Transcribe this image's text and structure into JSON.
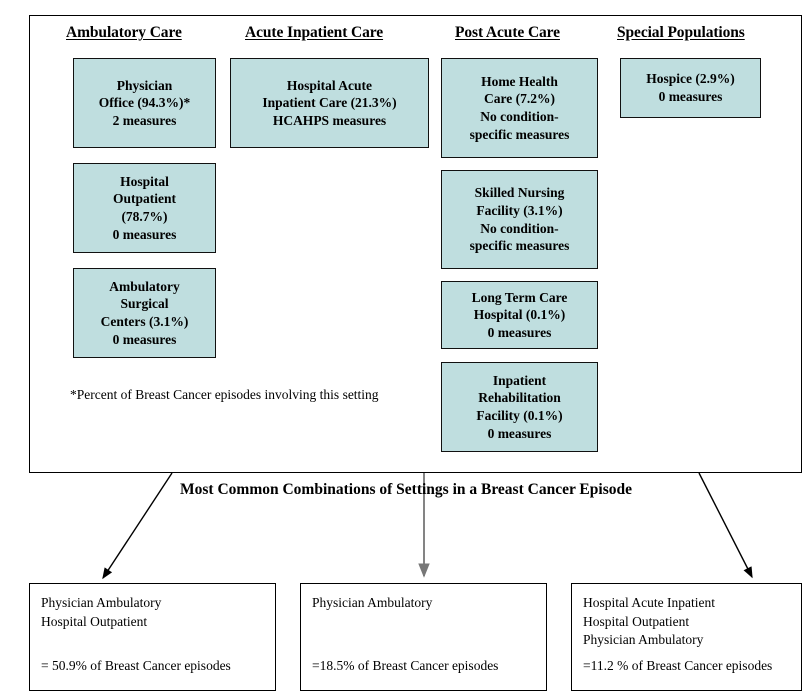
{
  "figure": {
    "banner_title": "Most Common Combinations of Settings in a Breast Cancer Episode",
    "footnote": "*Percent of Breast Cancer episodes involving this setting",
    "box_fill_color": "#bfdedf",
    "box_border_color": "#111111",
    "arrow_color_side": "#000000",
    "arrow_color_center": "#777777"
  },
  "columns": [
    {
      "header": "Ambulatory Care"
    },
    {
      "header": "Acute Inpatient Care"
    },
    {
      "header": "Post Acute Care"
    },
    {
      "header": "Special Populations"
    }
  ],
  "settings": [
    {
      "column": "Ambulatory Care",
      "line1": "Physician",
      "line2": "Office (94.3%)*",
      "line3": "2 measures",
      "line4": ""
    },
    {
      "column": "Ambulatory Care",
      "line1": "Hospital",
      "line2": "Outpatient",
      "line3": "(78.7%)",
      "line4": "0 measures"
    },
    {
      "column": "Ambulatory Care",
      "line1": "Ambulatory",
      "line2": "Surgical",
      "line3": "Centers (3.1%)",
      "line4": "0 measures"
    },
    {
      "column": "Acute Inpatient Care",
      "line1": "Hospital Acute",
      "line2": "Inpatient Care (21.3%)",
      "line3": "HCAHPS measures",
      "line4": ""
    },
    {
      "column": "Post Acute Care",
      "line1": "Home Health",
      "line2": "Care (7.2%)",
      "line3": "No condition-",
      "line4": "specific measures"
    },
    {
      "column": "Post Acute Care",
      "line1": "Skilled Nursing",
      "line2": "Facility (3.1%)",
      "line3": "No condition-",
      "line4": "specific measures"
    },
    {
      "column": "Post Acute Care",
      "line1": "Long Term Care",
      "line2": "Hospital (0.1%)",
      "line3": "0 measures",
      "line4": ""
    },
    {
      "column": "Post Acute Care",
      "line1": "Inpatient",
      "line2": "Rehabilitation",
      "line3": "Facility (0.1%)",
      "line4": "0 measures"
    },
    {
      "column": "Special Populations",
      "line1": "Hospice (2.9%)",
      "line2": "0 measures",
      "line3": "",
      "line4": ""
    }
  ],
  "combinations": [
    {
      "line1": "Physician Ambulatory",
      "line2": "Hospital Outpatient",
      "line3": "",
      "total": "= 50.9% of Breast Cancer episodes"
    },
    {
      "line1": "Physician Ambulatory",
      "line2": "",
      "line3": "",
      "total": "=18.5% of Breast Cancer episodes"
    },
    {
      "line1": "Hospital Acute Inpatient",
      "line2": "Hospital Outpatient",
      "line3": "Physician Ambulatory",
      "total": "=11.2 % of Breast Cancer episodes"
    }
  ]
}
